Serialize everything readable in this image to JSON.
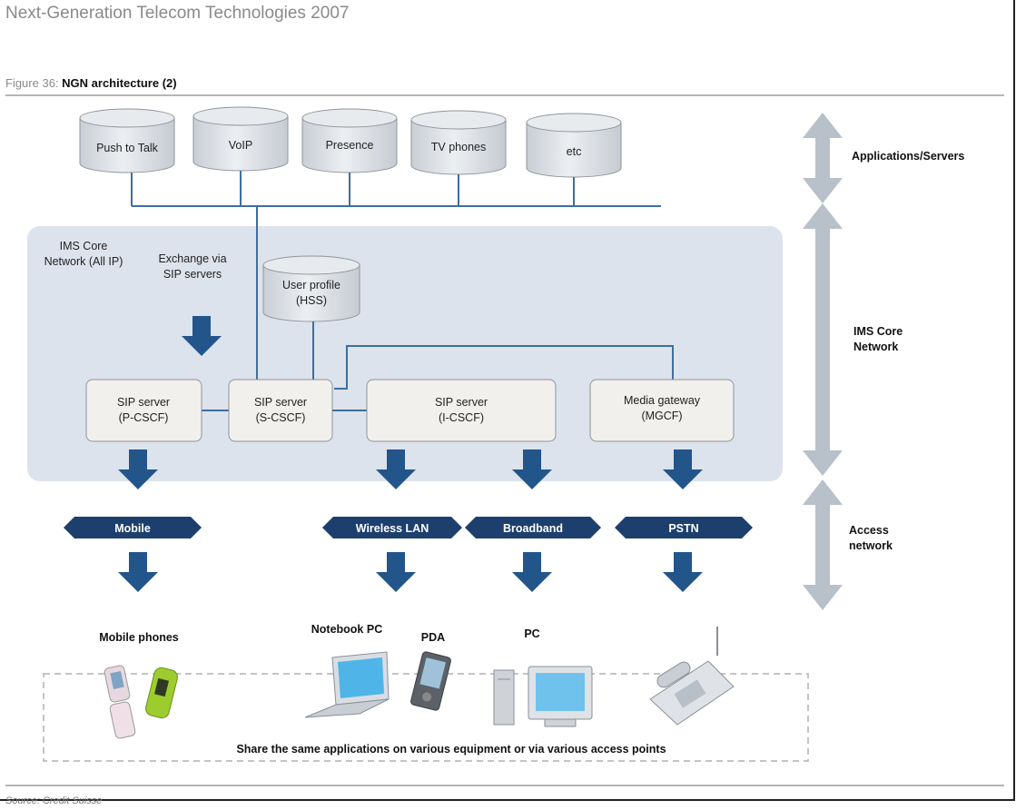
{
  "document": {
    "title": "Next-Generation Telecom Technologies 2007",
    "figure_label": "Figure 36: ",
    "figure_title": "NGN architecture (2)",
    "source": "Source: Credit Suisse"
  },
  "applications": [
    "Push to Talk",
    "VoIP",
    "Presence",
    "TV phones",
    "etc"
  ],
  "ims": {
    "title_line1": "IMS Core",
    "title_line2": "Network (All IP)",
    "exchange_line1": "Exchange via",
    "exchange_line2": "SIP servers",
    "user_profile_line1": "User profile",
    "user_profile_line2": "(HSS)",
    "servers": [
      {
        "line1": "SIP server",
        "line2": "(P-CSCF)"
      },
      {
        "line1": "SIP server",
        "line2": "(S-CSCF)"
      },
      {
        "line1": "SIP server",
        "line2": "(I-CSCF)"
      },
      {
        "line1": "Media gateway",
        "line2": "(MGCF)"
      }
    ]
  },
  "access_networks": [
    "Mobile",
    "Wireless LAN",
    "Broadband",
    "PSTN"
  ],
  "devices": [
    "Mobile phones",
    "Notebook PC",
    "PDA",
    "PC"
  ],
  "share_caption": "Share the same applications on various equipment or via various access points",
  "layers": {
    "apps": "Applications/Servers",
    "ims_line1": "IMS Core",
    "ims_line2": "Network",
    "access_line1": "Access",
    "access_line2": "network"
  },
  "colors": {
    "arrow": "#22558a",
    "tag": "#1d3f6e",
    "panel": "#dde3ec",
    "cylinder": "#dfe2e6",
    "layer_arrow": "#b8c0ca"
  }
}
